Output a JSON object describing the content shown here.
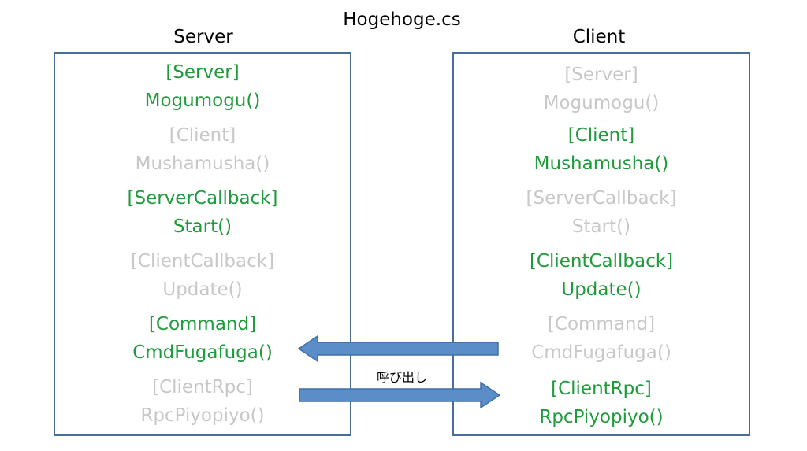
{
  "title": "Hogehoge.cs",
  "columns": {
    "server": {
      "heading": "Server",
      "entries": [
        {
          "attr": "[Server]",
          "fn": "Mogumogu()",
          "active": true
        },
        {
          "attr": "[Client]",
          "fn": "Mushamusha()",
          "active": false
        },
        {
          "attr": "[ServerCallback]",
          "fn": "Start()",
          "active": true
        },
        {
          "attr": "[ClientCallback]",
          "fn": "Update()",
          "active": false
        },
        {
          "attr": "[Command]",
          "fn": "CmdFugafuga()",
          "active": true
        },
        {
          "attr": "[ClientRpc]",
          "fn": "RpcPiyopiyo()",
          "active": false
        }
      ]
    },
    "client": {
      "heading": "Client",
      "entries": [
        {
          "attr": "[Server]",
          "fn": "Mogumogu()",
          "active": false
        },
        {
          "attr": "[Client]",
          "fn": "Mushamusha()",
          "active": true
        },
        {
          "attr": "[ServerCallback]",
          "fn": "Start()",
          "active": false
        },
        {
          "attr": "[ClientCallback]",
          "fn": "Update()",
          "active": true
        },
        {
          "attr": "[Command]",
          "fn": "CmdFugafuga()",
          "active": false
        },
        {
          "attr": "[ClientRpc]",
          "fn": "RpcPiyopiyo()",
          "active": true
        }
      ]
    }
  },
  "call_label": "呼び出し",
  "colors": {
    "active_text": "#1f9a3c",
    "inactive_text": "#c8c8c8",
    "box_border": "#4a6e9a",
    "arrow_fill": "#5b8ec9",
    "arrow_stroke": "#3f6fa6"
  }
}
